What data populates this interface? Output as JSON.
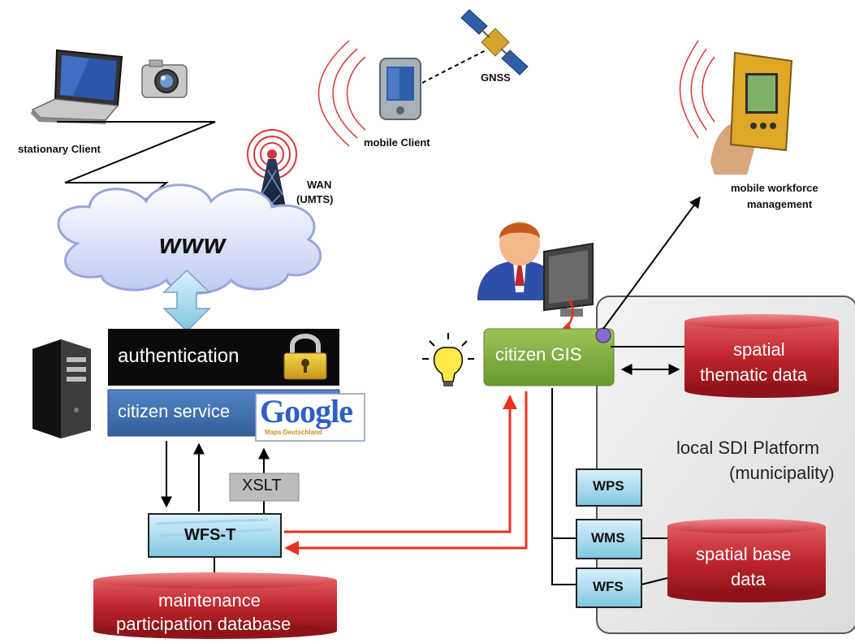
{
  "labels": {
    "stationary_client": "stationary Client",
    "mobile_client": "mobile Client",
    "gnss": "GNSS",
    "wan": "WAN",
    "wan_sub": "(UMTS)",
    "mobile_workforce_1": "mobile workforce",
    "mobile_workforce_2": "management",
    "www": "www",
    "authentication": "authentication",
    "citizen_service": "citizen service",
    "google_logo": "Google",
    "google_sub": "Maps Deutschland",
    "xslt": "XSLT",
    "wfs_t": "WFS-T",
    "maintenance_db_1": "maintenance",
    "maintenance_db_2": "participation database",
    "citizen_gis": "citizen GIS",
    "spatial_thematic_1": "spatial",
    "spatial_thematic_2": "thematic data",
    "local_sdi_1": "local SDI Platform",
    "local_sdi_2": "(municipality)",
    "wps": "WPS",
    "wms": "WMS",
    "wfs": "WFS",
    "spatial_base_1": "spatial base",
    "spatial_base_2": "data"
  },
  "colors": {
    "red_db": "#c0262d",
    "gis_green": "#7aa83a",
    "service_blue": "#3f6fae",
    "auth_black": "#0a0a0a",
    "sdi_panel": "#e9e9e9",
    "arrow_red": "#e8321e",
    "arrow_blue": "#bcd3f0"
  }
}
